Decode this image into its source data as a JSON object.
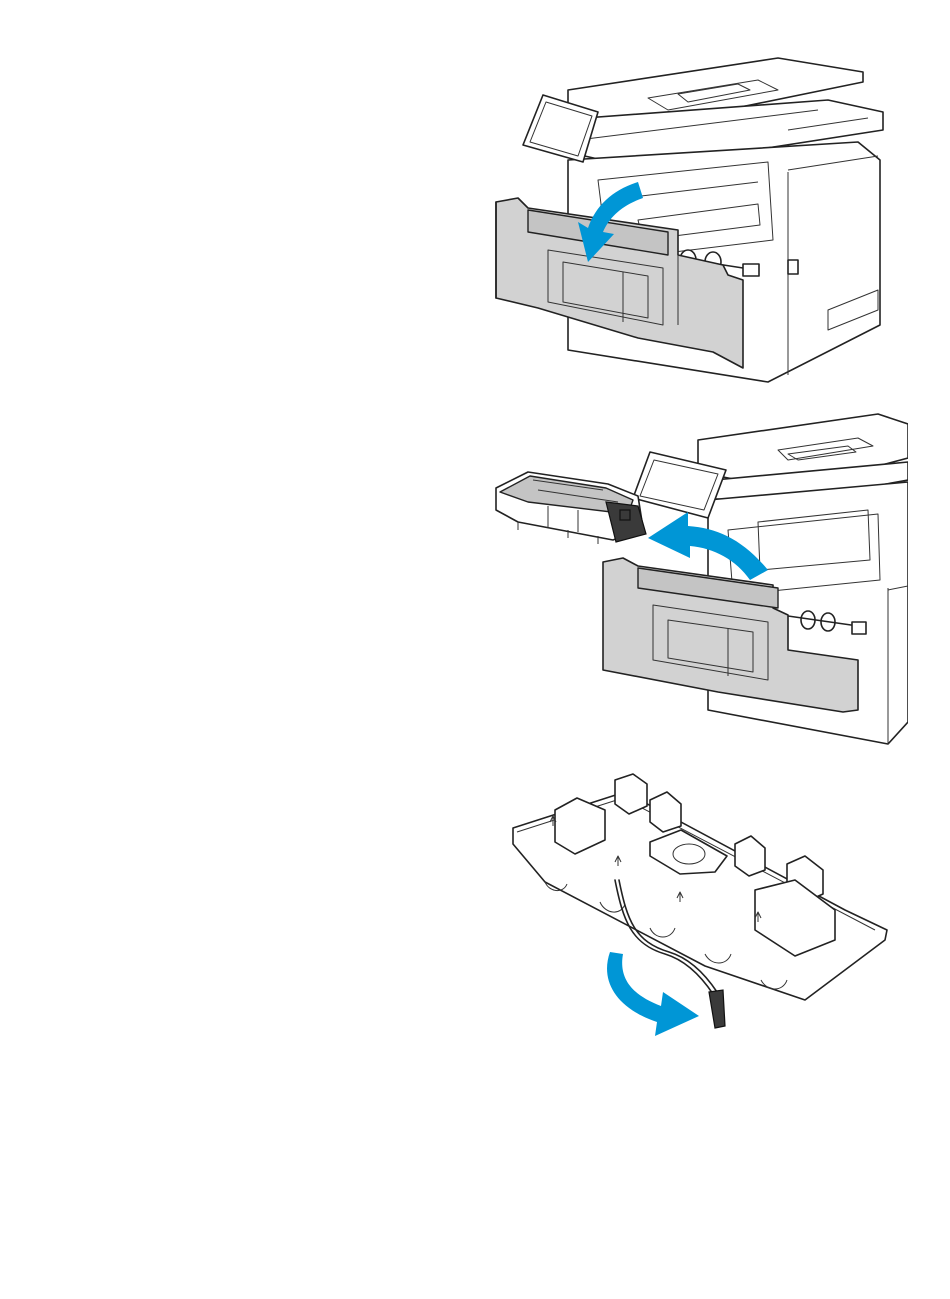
{
  "figures": [
    {
      "id": "open-front-door",
      "arrow_color": "#0096d6"
    },
    {
      "id": "remove-toner-cartridge",
      "arrow_color": "#0096d6"
    },
    {
      "id": "pull-packaging-strip",
      "arrow_color": "#0096d6"
    }
  ],
  "colors": {
    "accent_arrow": "#0096d6",
    "door_fill": "#d2d2d2",
    "outline": "#222222"
  }
}
